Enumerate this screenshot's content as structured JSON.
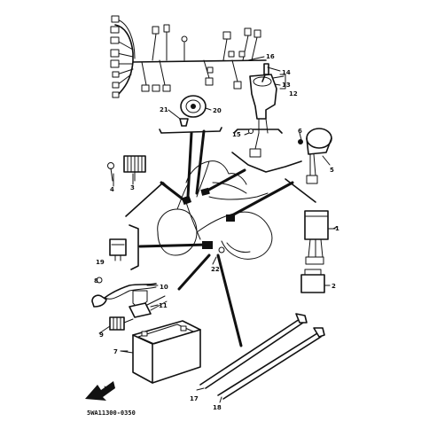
{
  "parts": [
    "1",
    "2",
    "3",
    "4",
    "5",
    "6",
    "7",
    "8",
    "9",
    "10",
    "11",
    "12",
    "13",
    "14",
    "15",
    "16",
    "17",
    "18",
    "19",
    "20",
    "21",
    "22"
  ],
  "drawing_code": "5WA11300-0350"
}
